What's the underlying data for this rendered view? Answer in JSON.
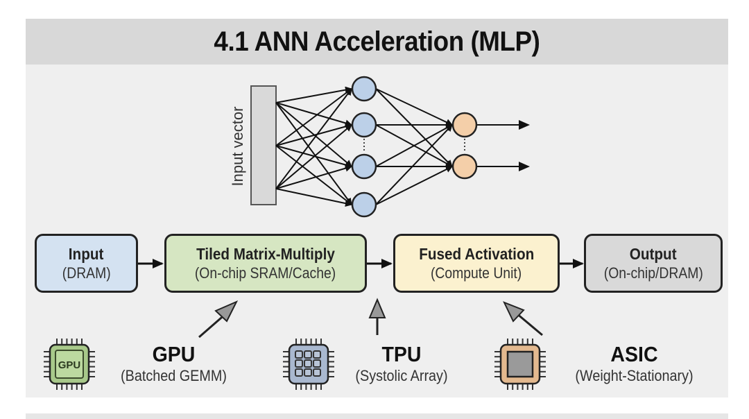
{
  "title": "4.1 ANN Acceleration (MLP)",
  "network": {
    "input_label": "Input vector",
    "hidden_layer_nodes": 4,
    "output_layer_nodes": 2,
    "colors": {
      "hidden": "#bcd0e8",
      "output": "#f4cfa9",
      "input_bar": "#d9d9d9"
    }
  },
  "pipeline": [
    {
      "id": "input",
      "title": "Input",
      "subtitle": "(DRAM)",
      "color": "#d4e2f1"
    },
    {
      "id": "tiled",
      "title": "Tiled Matrix-Multiply",
      "subtitle": "(On-chip SRAM/Cache)",
      "color": "#d6e6c2"
    },
    {
      "id": "fused",
      "title": "Fused Activation",
      "subtitle": "(Compute Unit)",
      "color": "#fbf1cf"
    },
    {
      "id": "output",
      "title": "Output",
      "subtitle": "(On-chip/DRAM)",
      "color": "#d9d9d9"
    }
  ],
  "hardware": [
    {
      "id": "gpu",
      "name": "GPU",
      "desc": "(Batched GEMM)",
      "chip_label": "GPU",
      "icon": "gpu-chip-icon",
      "color": "#a8c98a"
    },
    {
      "id": "tpu",
      "name": "TPU",
      "desc": "(Systolic Array)",
      "icon": "tpu-chip-icon",
      "color": "#a9b8cf"
    },
    {
      "id": "asic",
      "name": "ASIC",
      "desc": "(Weight-Stationary)",
      "icon": "asic-chip-icon",
      "color": "#e3b98f"
    }
  ]
}
